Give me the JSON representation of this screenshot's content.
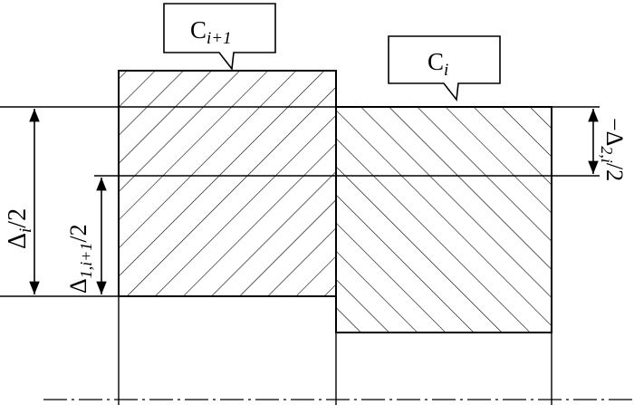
{
  "labels": {
    "c_next": {
      "base": "C",
      "sub": "i+1"
    },
    "c_i": {
      "base": "C",
      "sub": "i"
    },
    "delta_i": {
      "base": "Δ",
      "sub": "i",
      "tail": "/2"
    },
    "delta_1": {
      "base": "Δ",
      "sub": "1,i+1",
      "tail": "/2"
    },
    "delta_2": {
      "prefix": "−",
      "base": "Δ",
      "sub": "2,i",
      "tail": "/2"
    }
  },
  "colors": {
    "ink": "#000000",
    "background": "#ffffff"
  }
}
